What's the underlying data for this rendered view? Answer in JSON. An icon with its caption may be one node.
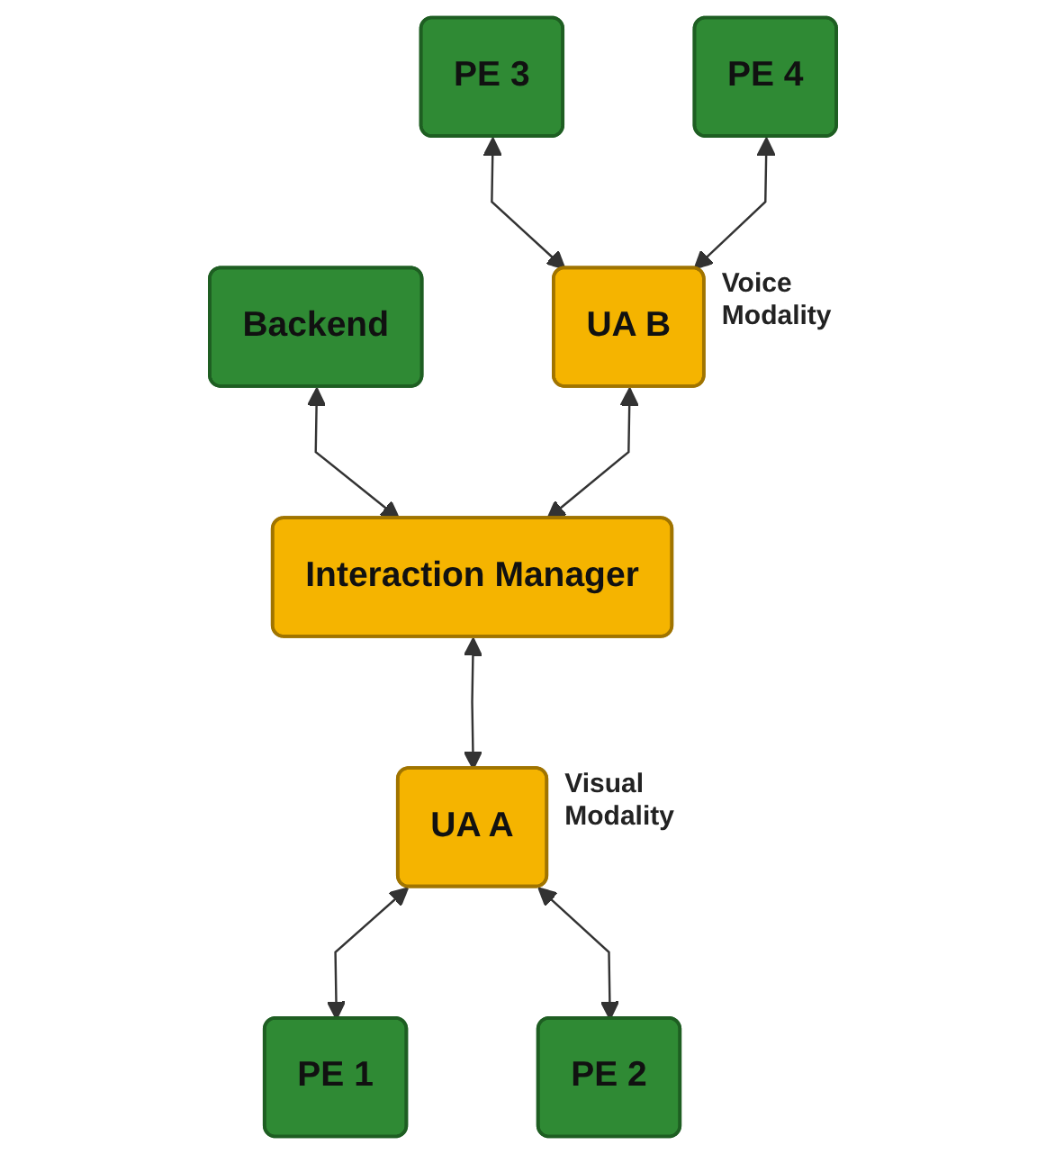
{
  "diagram": {
    "nodes": [
      {
        "text": [
          "Backend"
        ]
      },
      {
        "text": [
          "PE 3"
        ]
      },
      {
        "text": [
          "PE 4"
        ]
      },
      {
        "text": [
          "UA B"
        ],
        "beside": [
          "Voice Modality"
        ]
      },
      {
        "text": [
          "Interaction Manager"
        ]
      },
      {
        "text": [
          "UA A"
        ],
        "beside": [
          "Visual Modality"
        ]
      },
      {
        "text": [
          "PE 1"
        ]
      },
      {
        "text": [
          "PE 2"
        ]
      }
    ],
    "edges": [
      {
        "from": 0,
        "to": 4,
        "arrow": "both"
      },
      {
        "from": 1,
        "to": 3,
        "arrow": "both"
      },
      {
        "from": 2,
        "to": 3,
        "arrow": "both"
      },
      {
        "from": 3,
        "to": 4,
        "arrow": "both"
      },
      {
        "from": 4,
        "to": 5,
        "arrow": "both"
      },
      {
        "from": 5,
        "to": 6,
        "arrow": "both"
      },
      {
        "from": 5,
        "to": 7,
        "arrow": "both"
      }
    ]
  }
}
